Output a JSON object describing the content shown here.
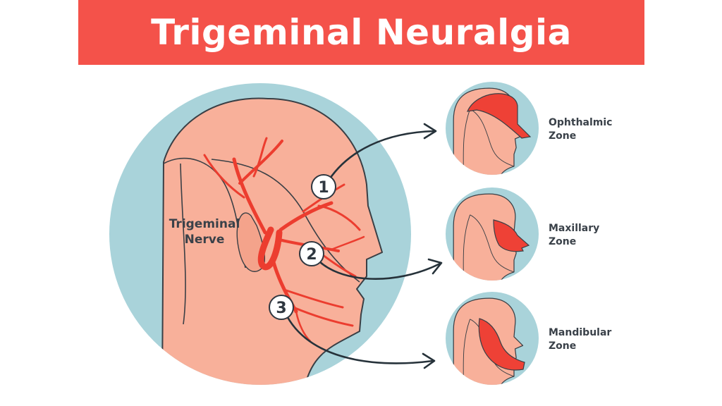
{
  "title": "Trigeminal Neuralgia",
  "nerve_label": {
    "line1": "Trigeminal",
    "line2": "Nerve"
  },
  "branches": [
    {
      "number": "1",
      "zone_line1": "Ophthalmic",
      "zone_line2": "Zone"
    },
    {
      "number": "2",
      "zone_line1": "Maxillary",
      "zone_line2": "Zone"
    },
    {
      "number": "3",
      "zone_line1": "Mandibular",
      "zone_line2": "Zone"
    }
  ],
  "colors": {
    "banner": "#f4524a",
    "backdrop_circle": "#a9d3da",
    "skin": "#f8b09a",
    "skin_line": "#3a3f45",
    "nerve": "#ec3d2f",
    "zone_highlight": "#ee4136",
    "arrow": "#26323a",
    "label_text": "#3a4149"
  }
}
